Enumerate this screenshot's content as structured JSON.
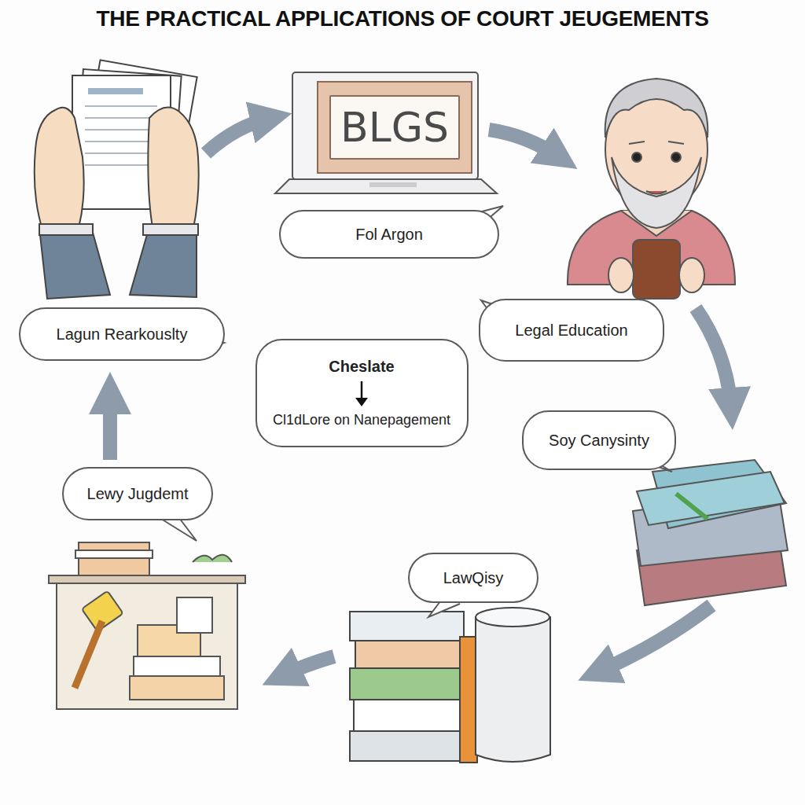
{
  "diagram": {
    "title": "THE PRACTICAL APPLICATIONS OF COURT JEUGEMENTS",
    "nodes": [
      {
        "text": [
          "BLGS"
        ]
      },
      {
        "text": [
          "Fol Argon"
        ]
      },
      {
        "text": [
          "Lagun Rearkouslty"
        ]
      },
      {
        "text": [
          "Legal Education"
        ]
      },
      {
        "text": [
          "Cheslate",
          "Cl1dLore on Nanepagement"
        ]
      },
      {
        "text": [
          "Soy Canysinty"
        ]
      },
      {
        "text": [
          "Lewy Jugdemt"
        ]
      },
      {
        "text": [
          "LawQisy"
        ]
      }
    ]
  }
}
